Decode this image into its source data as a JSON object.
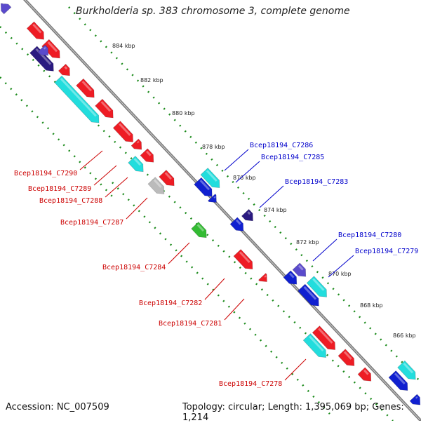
{
  "title": "Burkholderia sp. 383 chromosome 3, complete genome",
  "footer": {
    "accession": "Accession: NC_007509",
    "topology": "Topology: circular; Length: 1,395,069 bp; Genes: 1,214"
  },
  "scale_labels": [
    "884 kbp",
    "882 kbp",
    "880 kbp",
    "878 kbp",
    "876 kbp",
    "874 kbp",
    "872 kbp",
    "870 kbp",
    "868 kbp",
    "866 kbp"
  ],
  "gene_labels": {
    "forward": [
      "Bcep18194_C7286",
      "Bcep18194_C7285",
      "Bcep18194_C7283",
      "Bcep18194_C7280",
      "Bcep18194_C7279"
    ],
    "reverse": [
      "Bcep18194_C7290",
      "Bcep18194_C7289",
      "Bcep18194_C7288",
      "Bcep18194_C7287",
      "Bcep18194_C7284",
      "Bcep18194_C7282",
      "Bcep18194_C7281",
      "Bcep18194_C7278"
    ]
  },
  "colors": {
    "backbone": "#7a7a7a",
    "scale_dots": "#1a8a1a",
    "forward_label": "#0000cc",
    "reverse_label": "#cc0000",
    "red_gene": "#ee1c24",
    "blue_gene": "#1020d0",
    "cyan_gene": "#22dddd",
    "navy_gene": "#2a1a80",
    "purple_gene": "#5a4acc",
    "green_gene": "#33bb33",
    "gray_gene": "#bbbbbb"
  }
}
